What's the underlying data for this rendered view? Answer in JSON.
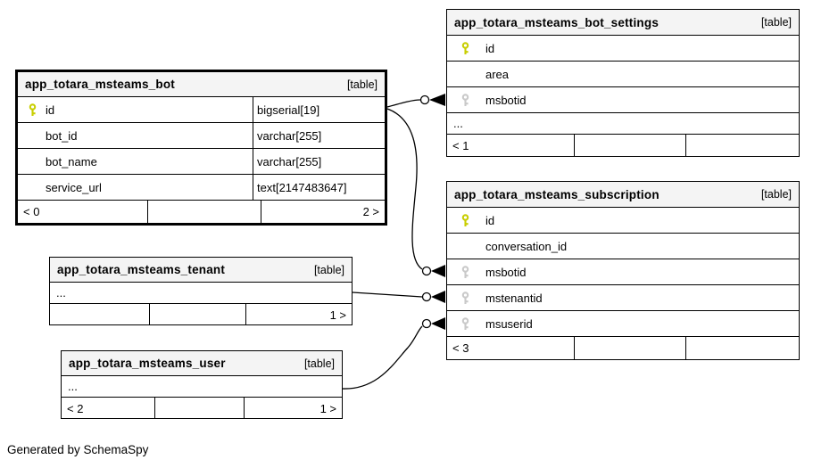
{
  "diagram": {
    "generated_note": "Generated by SchemaSpy",
    "colors": {
      "primary_key_icon": "#c8ce00",
      "foreign_key_icon": "#c9c9c9",
      "header_bg": "#f4f4f4",
      "border": "#000000",
      "background": "#ffffff"
    },
    "tables": [
      {
        "name": "app_totara_msteams_bot",
        "badge": "[table]",
        "columns": [
          {
            "name": "id",
            "type": "bigserial[19]",
            "key": "primary"
          },
          {
            "name": "bot_id",
            "type": "varchar[255]",
            "key": "none"
          },
          {
            "name": "bot_name",
            "type": "varchar[255]",
            "key": "none"
          },
          {
            "name": "service_url",
            "type": "text[2147483647]",
            "key": "none"
          }
        ],
        "footer": {
          "left": "< 0",
          "center": "",
          "right": "2 >"
        }
      },
      {
        "name": "app_totara_msteams_bot_settings",
        "badge": "[table]",
        "columns": [
          {
            "name": "id",
            "key": "primary"
          },
          {
            "name": "area",
            "key": "none"
          },
          {
            "name": "msbotid",
            "key": "foreign"
          }
        ],
        "ellipsis": "...",
        "footer": {
          "left": "< 1",
          "center": "",
          "right": ""
        }
      },
      {
        "name": "app_totara_msteams_subscription",
        "badge": "[table]",
        "columns": [
          {
            "name": "id",
            "key": "primary"
          },
          {
            "name": "conversation_id",
            "key": "none"
          },
          {
            "name": "msbotid",
            "key": "foreign"
          },
          {
            "name": "mstenantid",
            "key": "foreign"
          },
          {
            "name": "msuserid",
            "key": "foreign"
          }
        ],
        "footer": {
          "left": "< 3",
          "center": "",
          "right": ""
        }
      },
      {
        "name": "app_totara_msteams_tenant",
        "badge": "[table]",
        "ellipsis": "...",
        "footer": {
          "left": "",
          "center": "",
          "right": "1 >"
        }
      },
      {
        "name": "app_totara_msteams_user",
        "badge": "[table]",
        "ellipsis": "...",
        "footer": {
          "left": "< 2",
          "center": "",
          "right": "1 >"
        }
      }
    ],
    "relationships": [
      {
        "from": "app_totara_msteams_bot.id",
        "to": "app_totara_msteams_bot_settings.msbotid"
      },
      {
        "from": "app_totara_msteams_bot.id",
        "to": "app_totara_msteams_subscription.msbotid"
      },
      {
        "from": "app_totara_msteams_tenant",
        "to": "app_totara_msteams_subscription.mstenantid"
      },
      {
        "from": "app_totara_msteams_user",
        "to": "app_totara_msteams_subscription.msuserid"
      }
    ]
  }
}
